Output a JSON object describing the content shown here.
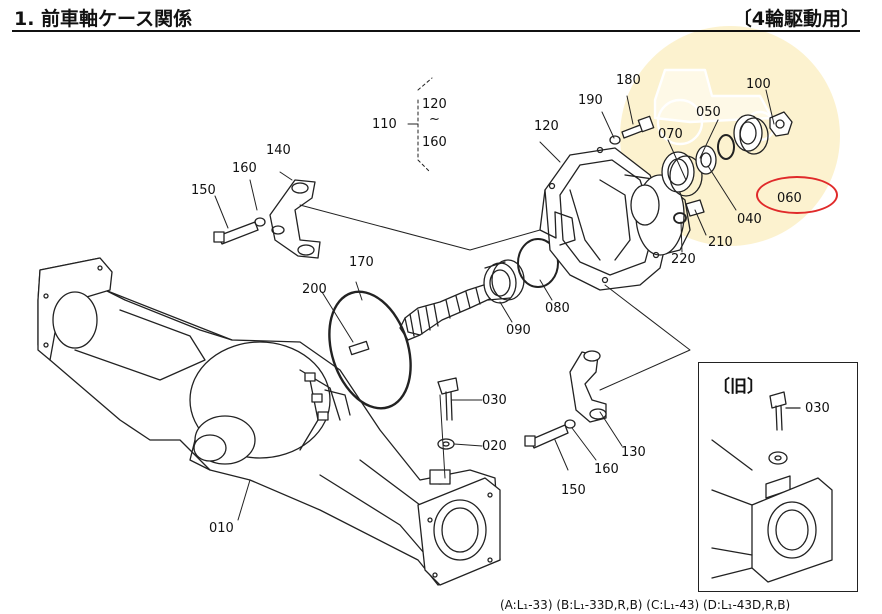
{
  "header": {
    "title": "1. 前車軸ケース関係",
    "subtitle": "〔4輪駆動用〕"
  },
  "inset_title": "〔旧〕",
  "footer": "(A:L₁-33) (B:L₁-33D,R,B) (C:L₁-43) (D:L₁-43D,R,B)",
  "callouts": {
    "c010": "010",
    "c020": "020",
    "c030": "030",
    "c040": "040",
    "c050": "050",
    "c060": "060",
    "c070": "070",
    "c080": "080",
    "c090": "090",
    "c100": "100",
    "c110": "110",
    "c120_top": "120",
    "c120_case": "120",
    "c130": "130",
    "c140": "140",
    "c150_left": "150",
    "c150_right": "150",
    "c160_top": "160",
    "c160_left": "160",
    "c160_right": "160",
    "c170": "170",
    "c180": "180",
    "c190": "190",
    "c200": "200",
    "c210": "210",
    "c220": "220",
    "c030_inset": "030",
    "tilde": "~"
  },
  "highlight_color": "#e02a2a",
  "watermark_color": "#f9e7a8"
}
